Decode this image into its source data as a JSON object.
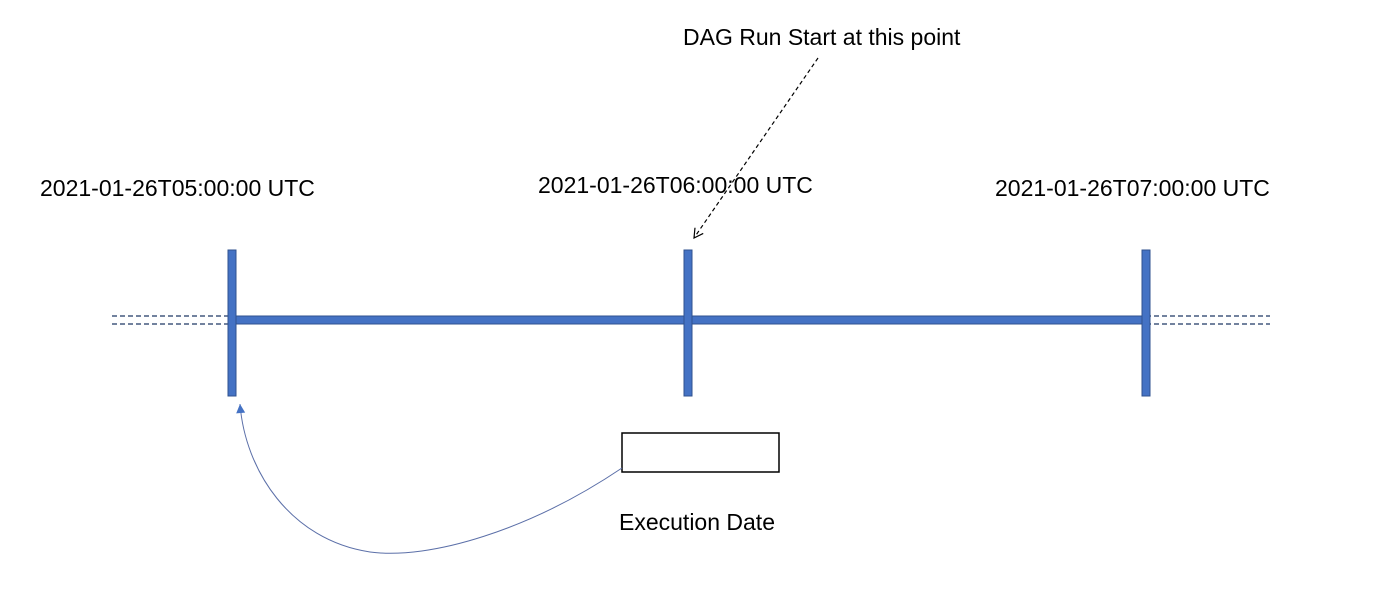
{
  "diagram": {
    "timestamps": [
      "2021-01-26T05:00:00 UTC",
      "2021-01-26T06:00:00 UTC",
      "2021-01-26T07:00:00 UTC"
    ],
    "run_start_label": "DAG Run Start at this point",
    "execution_date_label": "Execution Date",
    "colors": {
      "timeline": "#4472C4",
      "timeline_edge": "#2F528F",
      "dashed": "#1F3864",
      "arrow_curve": "#4472C4",
      "text": "#000000"
    }
  }
}
